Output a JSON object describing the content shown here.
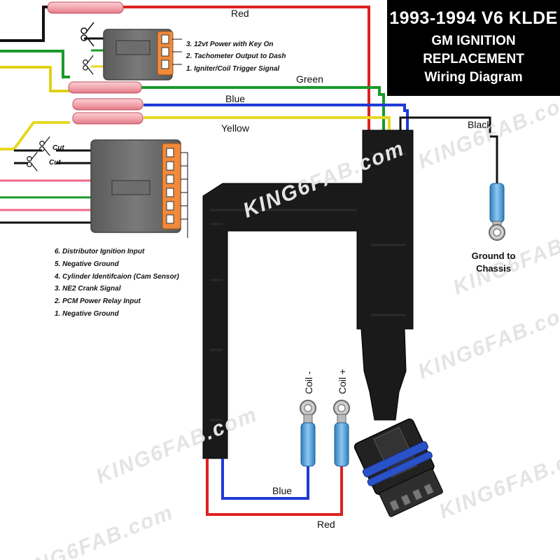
{
  "title": {
    "line1": "1993-1994  V6 KLDE",
    "line2": "GM IGNITION",
    "line3": "REPLACEMENT",
    "line4": "Wiring  Diagram"
  },
  "wire_labels": {
    "red_top": "Red",
    "green": "Green",
    "blue_top": "Blue",
    "yellow": "Yellow",
    "black": "Black",
    "blue_bottom": "Blue",
    "red_bottom": "Red"
  },
  "connector_3pin": {
    "pins": [
      "3. 12vt Power with Key On",
      "2. Tachometer Output to Dash",
      "1.  Igniter/Coil Trigger Signal"
    ]
  },
  "connector_6pin": {
    "pins": [
      "6.  Distributor Ignition Input",
      "5.  Negative Ground",
      "4.  Cylinder Identifcaion (Cam Sensor)",
      "3.  NE2 Crank Signal",
      "2.  PCM Power Relay Input",
      "1.  Negative Ground"
    ]
  },
  "cut_labels": [
    "Cut",
    "Cut"
  ],
  "ground_label": {
    "line1": "Ground to",
    "line2": "Chassis"
  },
  "coil_labels": {
    "negative": "Coil -",
    "positive": "Coil +"
  },
  "watermark_text": "KING6FAB.com",
  "colors": {
    "red": "#e02020",
    "green": "#1a9a2a",
    "blue": "#1f3ad6",
    "yellow": "#e8d820",
    "black": "#111111",
    "pink": "#f06a8a",
    "sheath": "#1a1a1a",
    "connector_gray": "#6b6b6b",
    "pin_orange": "#f08a3c",
    "terminal_blue": "#5aa8e0",
    "butt_pink": "#f4a8b0"
  }
}
